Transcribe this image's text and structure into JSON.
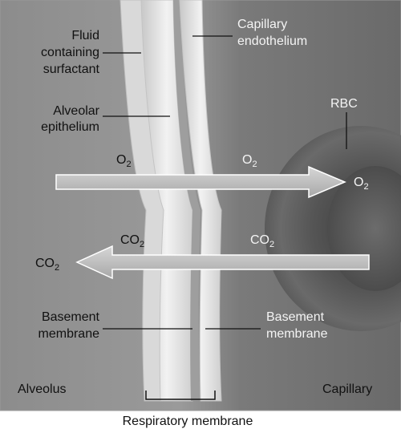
{
  "labels": {
    "fluid_surfactant": [
      "Fluid",
      "containing",
      "surfactant"
    ],
    "alveolar_epithelium": [
      "Alveolar",
      "epithelium"
    ],
    "capillary_endothelium": [
      "Capillary",
      "endothelium"
    ],
    "rbc": "RBC",
    "basement_left": [
      "Basement",
      "membrane"
    ],
    "basement_right": [
      "Basement",
      "membrane"
    ],
    "alveolus": "Alveolus",
    "capillary": "Capillary",
    "respiratory_membrane": "Respiratory membrane"
  },
  "gases": {
    "o2_base": "O",
    "o2_sub": "2",
    "co2_base": "CO",
    "co2_sub": "2"
  },
  "colors": {
    "alveolus_bg": "#888888",
    "capillary_bg": "#6f6f6f",
    "rbc": "#4a4a4a",
    "membrane": "#e2e2e2"
  }
}
